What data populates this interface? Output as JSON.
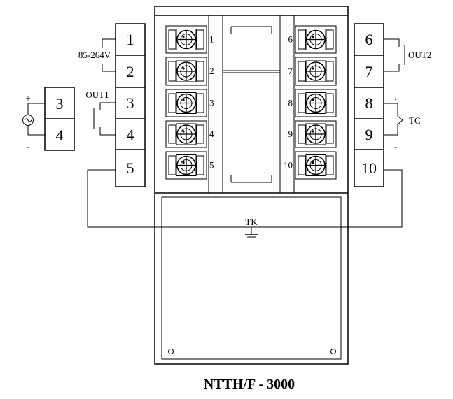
{
  "diagram": {
    "model_title": "NTTH/F - 3000",
    "supply_label": "85-264V",
    "out1_label": "OUT1",
    "out2_label": "OUT2",
    "tc_label": "TC",
    "tk_label": "TK",
    "plus_sign": "+",
    "minus_sign": "-",
    "left_terminals": [
      "1",
      "2",
      "3",
      "4",
      "5"
    ],
    "ext_left_terminals": [
      "3",
      "4"
    ],
    "right_terminals": [
      "6",
      "7",
      "8",
      "9",
      "10"
    ],
    "screw_numbers_left": [
      "1",
      "2",
      "3",
      "4",
      "5"
    ],
    "screw_numbers_right": [
      "6",
      "7",
      "8",
      "9",
      "10"
    ]
  }
}
